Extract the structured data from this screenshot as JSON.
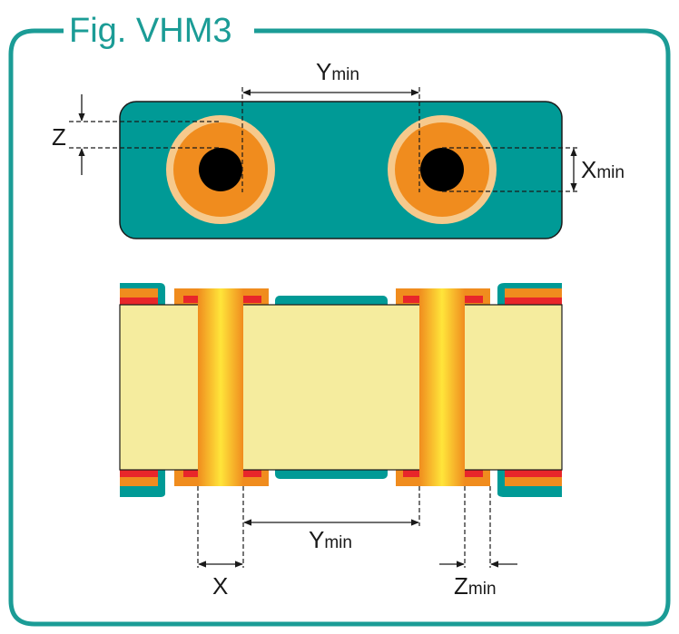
{
  "figure": {
    "title": "Fig. VHM3",
    "labels": {
      "y_min_top": "Y",
      "y_min_top_sub": "min",
      "z": "Z",
      "x_min": "X",
      "x_min_sub": "min",
      "y_min_bottom": "Y",
      "y_min_bottom_sub": "min",
      "x": "X",
      "z_min": "Z",
      "z_min_sub": "min"
    },
    "colors": {
      "frame": "#1b9c96",
      "board": "#009a96",
      "pad_outer": "#f6c98c",
      "pad": "#f08c1e",
      "hole": "#000000",
      "core": "#f5ec9e",
      "copper_red": "#e8262a",
      "barrel_light": "#ffe53a"
    }
  }
}
